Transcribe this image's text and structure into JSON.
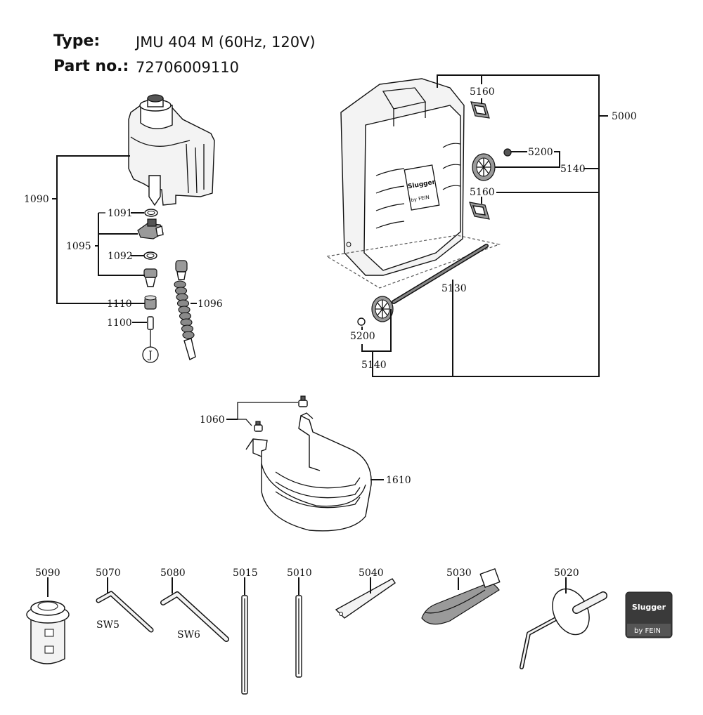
{
  "header": {
    "type_label": "Type:",
    "type_value": "JMU 404 M (60Hz, 120V)",
    "part_label": "Part no.:",
    "part_value": "72706009110"
  },
  "callouts": {
    "c1090": "1090",
    "c1091": "1091",
    "c1095": "1095",
    "c1092": "1092",
    "c1096": "1096",
    "c1110": "1110",
    "c1100": "1100",
    "cJ": "J",
    "c5160a": "5160",
    "c5000": "5000",
    "c5200a": "5200",
    "c5140a": "5140",
    "c5160b": "5160",
    "c5130": "5130",
    "c5200b": "5200",
    "c5140b": "5140",
    "c1060": "1060",
    "c1610": "1610",
    "c5090": "5090",
    "c5070": "5070",
    "c5080": "5080",
    "c5015": "5015",
    "c5010": "5010",
    "c5040": "5040",
    "c5030": "5030",
    "c5020": "5020",
    "sw5": "SW5",
    "sw6": "SW6"
  },
  "case_logo": {
    "brand": "Slugger",
    "sub": "by FEIN"
  },
  "brand_badge": {
    "brand": "Slugger",
    "sub": "by FEIN",
    "color": "#3a3a3a"
  }
}
